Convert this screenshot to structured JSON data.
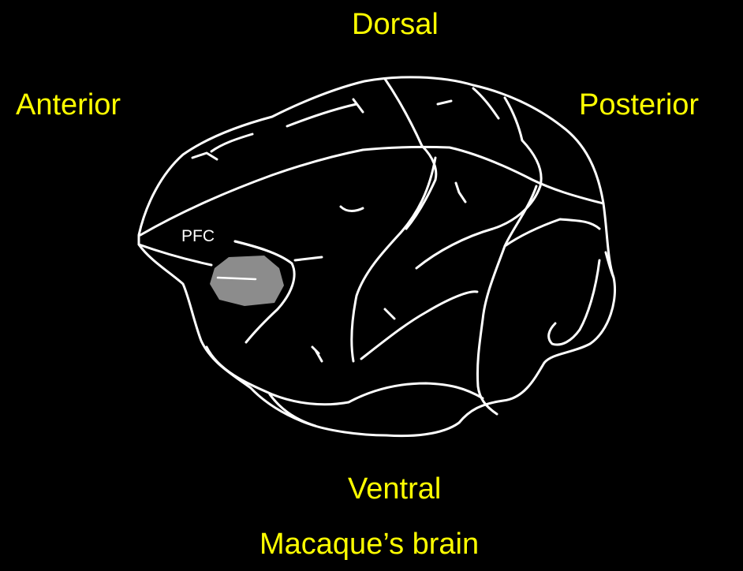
{
  "labels": {
    "dorsal": "Dorsal",
    "anterior": "Anterior",
    "posterior": "Posterior",
    "ventral": "Ventral",
    "pfc": "PFC"
  },
  "caption": "Macaque’s brain",
  "colors": {
    "background": "#000000",
    "label_text": "#FFFF00",
    "outline": "#FFFFFF",
    "pfc_region": "#8C8C8C"
  }
}
